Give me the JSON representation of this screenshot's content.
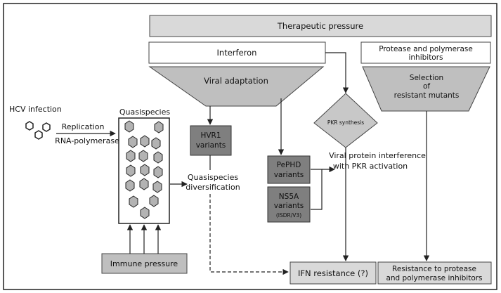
{
  "diagram": {
    "therapeutic_pressure": "Therapeutic pressure",
    "interferon": "Interferon",
    "protease_inhibitors": [
      "Protease and polymerase",
      "inhibitors"
    ],
    "viral_adaptation": "Viral adaptation",
    "selection_mutants": [
      "Selection",
      "of",
      "resistant mutants"
    ],
    "pkr_synthesis": "PKR synthesis",
    "hcv_infection": "HCV infection",
    "replication": "Replication",
    "rna_polymerase": "RNA-polymerase",
    "quasispecies": "Quasispecies",
    "hvr1_variants": [
      "HVR1",
      "variants"
    ],
    "quasispecies_diversification": [
      "Quasispecies",
      "diversification"
    ],
    "pephd_variants": [
      "PePHD",
      "variants"
    ],
    "ns5a_variants": [
      "NS5A",
      "variants",
      "(ISDR/V3)"
    ],
    "viral_protein_interference": [
      "Viral protein interference",
      "with PKR activation"
    ],
    "immune_pressure": "Immune pressure",
    "ifn_resistance": "IFN resistance (?)",
    "resistance_protease": [
      "Resistance to protease",
      "and polymerase inhibitors"
    ]
  },
  "colors": {
    "box_grey": "#d9d9d9",
    "box_dark": "#7f7f7f",
    "line": "#222222"
  }
}
